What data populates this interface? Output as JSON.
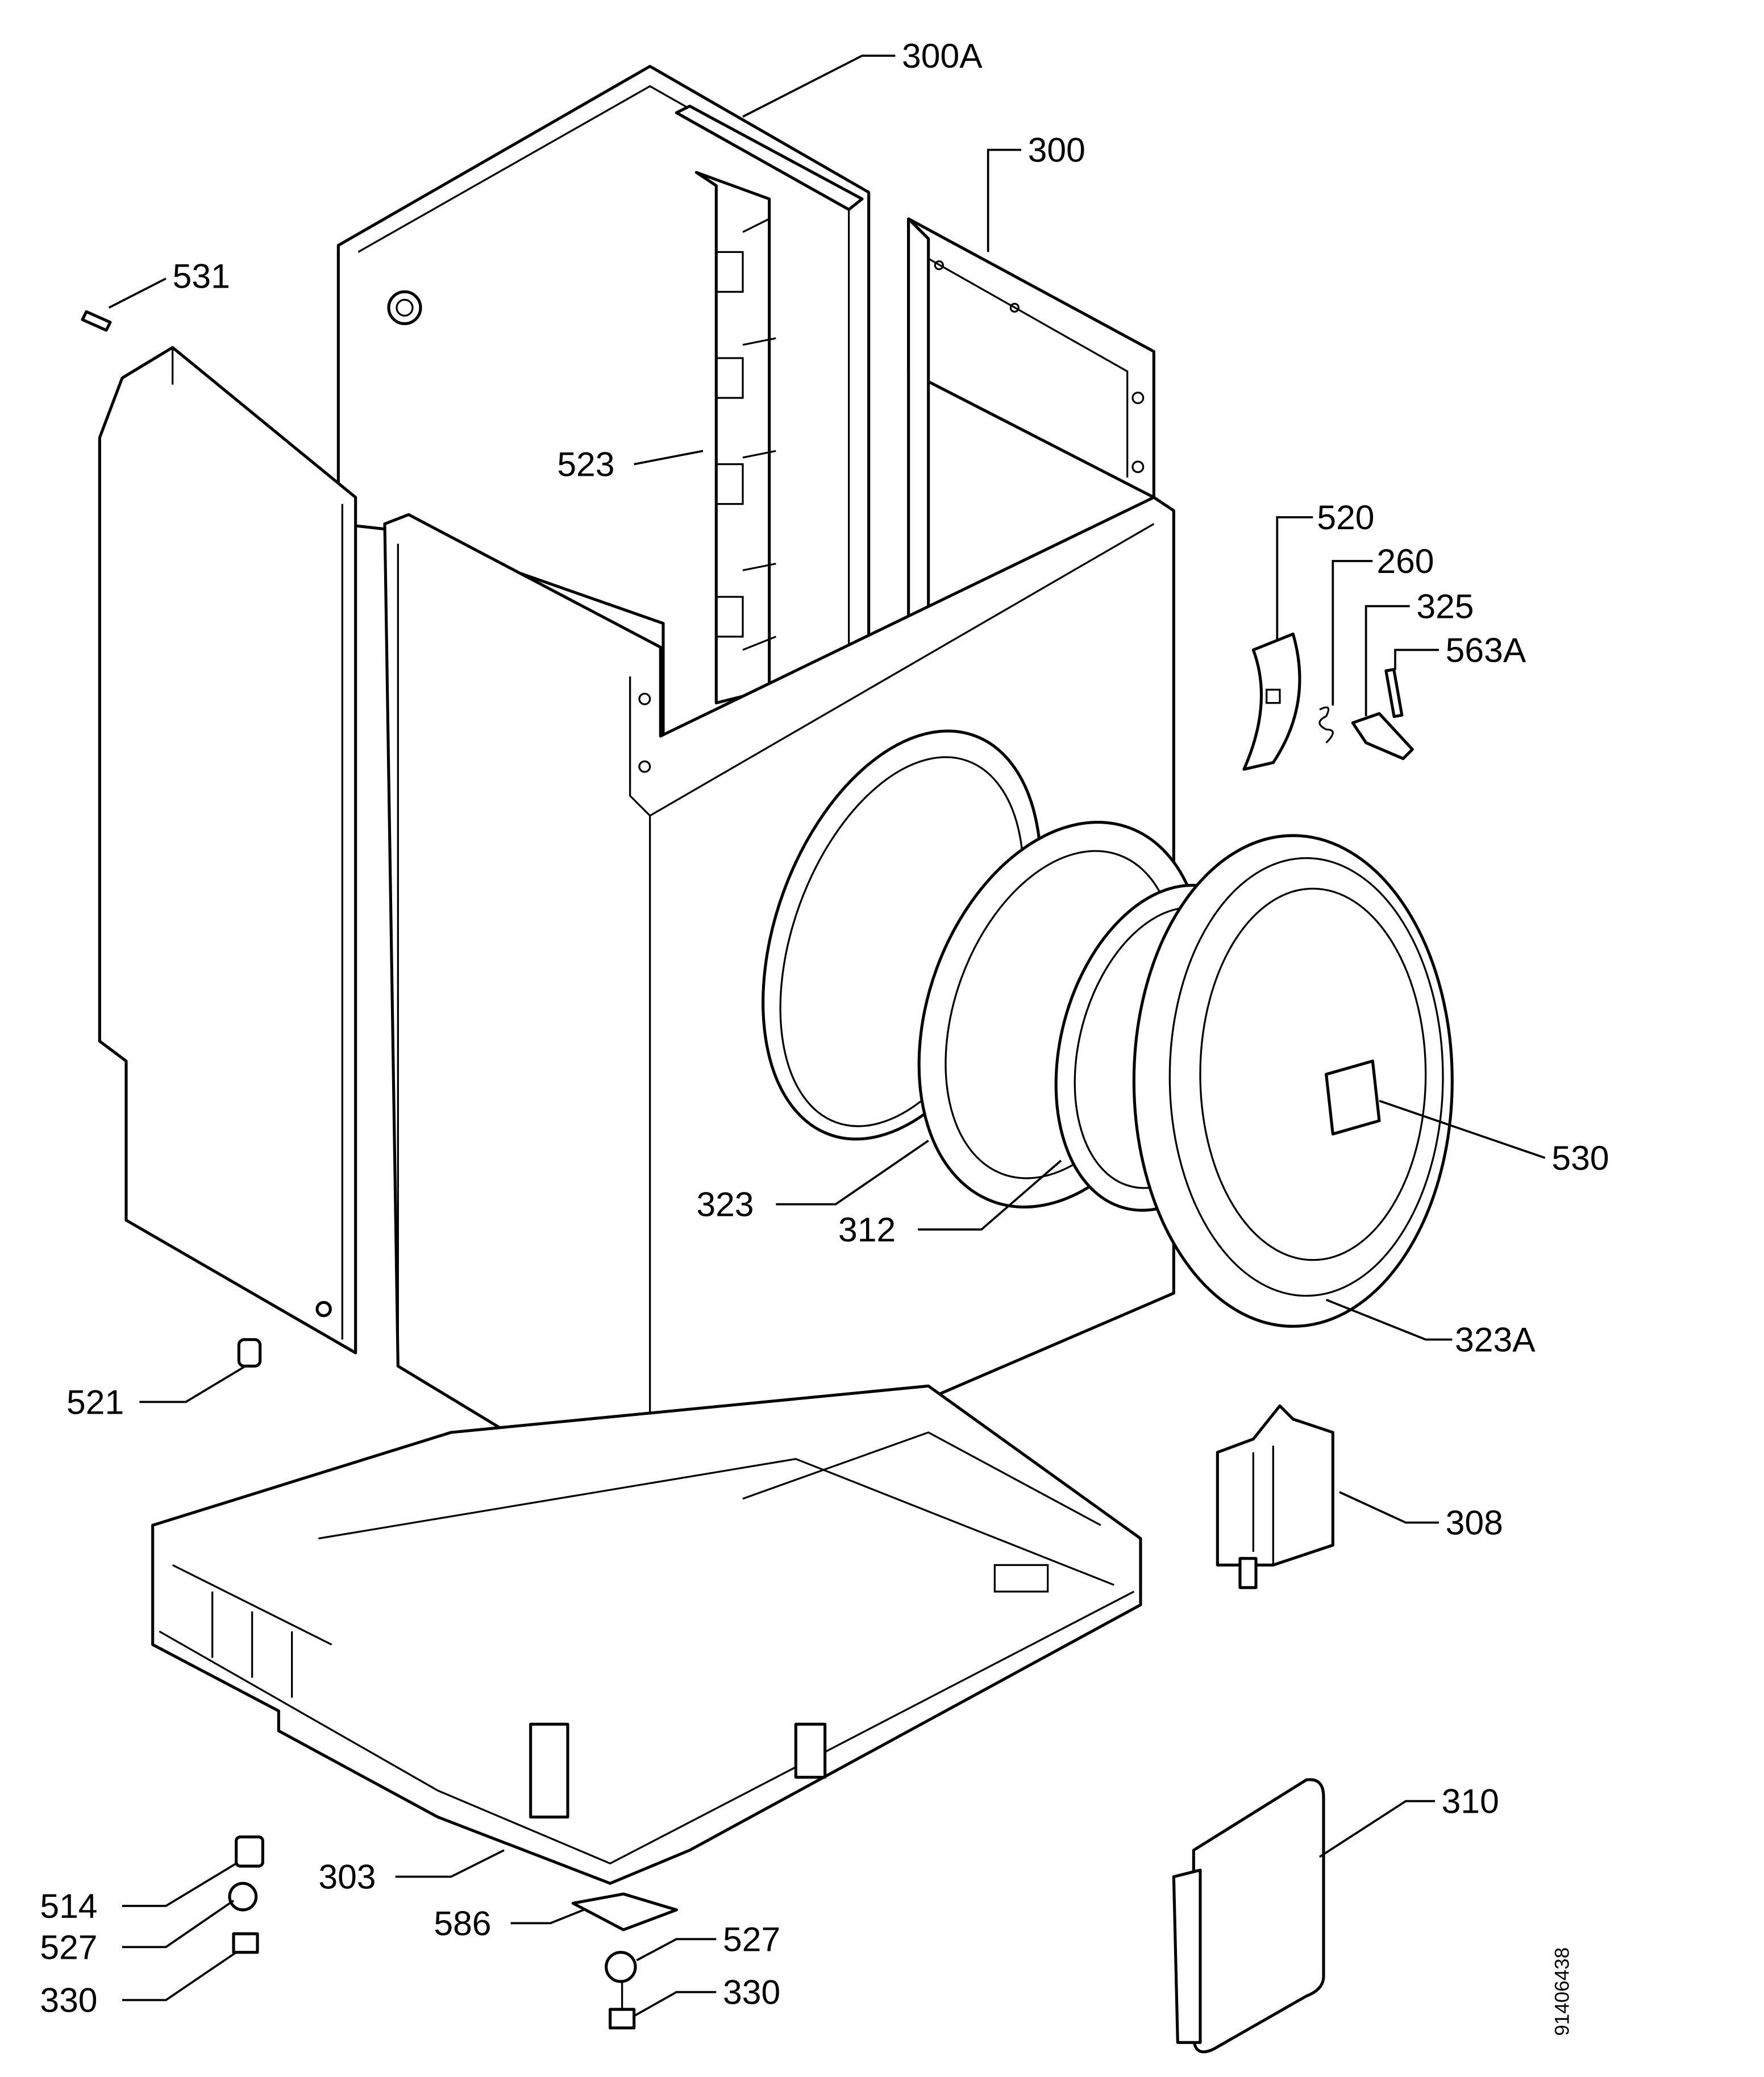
{
  "diagram": {
    "labels": {
      "l300A": "300A",
      "l300": "300",
      "l531": "531",
      "l523": "523",
      "l520": "520",
      "l260": "260",
      "l325": "325",
      "l563A": "563A",
      "l530": "530",
      "l323": "323",
      "l312": "312",
      "l323A": "323A",
      "l521": "521",
      "l308": "308",
      "l310": "310",
      "l303": "303",
      "l514": "514",
      "l527a": "527",
      "l330a": "330",
      "l586": "586",
      "l527b": "527",
      "l330b": "330"
    },
    "drawing_code": "91406438"
  }
}
